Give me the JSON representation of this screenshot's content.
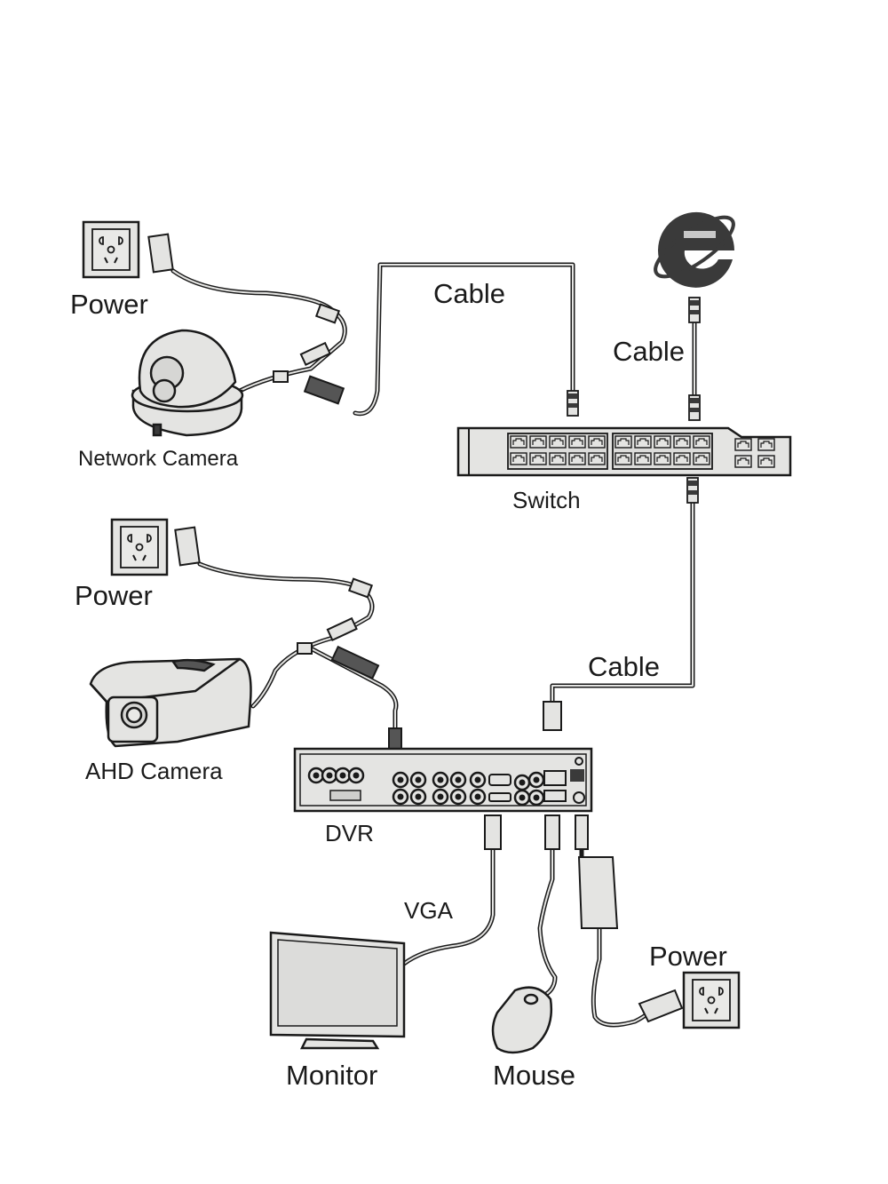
{
  "diagram": {
    "title": "",
    "nodes": {
      "power_top": {
        "label": "Power"
      },
      "network_camera": {
        "label": "Network Camera"
      },
      "power_mid": {
        "label": "Power"
      },
      "ahd_camera": {
        "label": "AHD Camera"
      },
      "internet": {
        "label": "",
        "icon": "internet-explorer-icon"
      },
      "switch": {
        "label": "Switch"
      },
      "dvr": {
        "label": "DVR"
      },
      "monitor": {
        "label": "Monitor"
      },
      "mouse": {
        "label": "Mouse"
      },
      "power_bottom": {
        "label": "Power"
      }
    },
    "edges": [
      {
        "from": "network_camera",
        "to": "switch",
        "label": "Cable"
      },
      {
        "from": "internet",
        "to": "switch",
        "label": "Cable"
      },
      {
        "from": "switch",
        "to": "dvr",
        "label": "Cable"
      },
      {
        "from": "dvr",
        "to": "monitor",
        "label": "VGA"
      },
      {
        "from": "dvr",
        "to": "mouse",
        "label": ""
      },
      {
        "from": "dvr",
        "to": "power_bottom",
        "label": ""
      },
      {
        "from": "power_top",
        "to": "network_camera",
        "label": ""
      },
      {
        "from": "power_mid",
        "to": "ahd_camera",
        "label": ""
      },
      {
        "from": "ahd_camera",
        "to": "dvr",
        "label": ""
      }
    ],
    "colors": {
      "stroke": "#1a1a1a",
      "fill": "#e4e4e2",
      "dark": "#3a3a3a"
    }
  }
}
